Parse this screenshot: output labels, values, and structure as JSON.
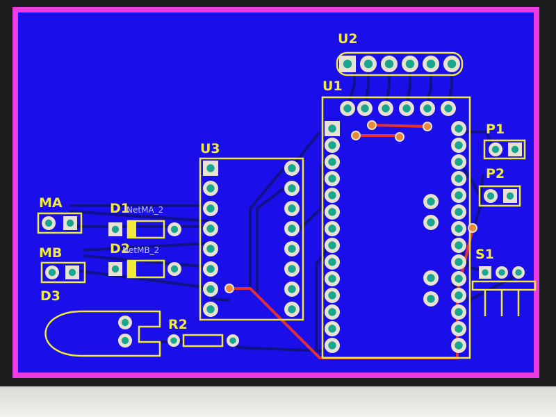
{
  "colors": {
    "board": "#1a0fe8",
    "outline": "#ec3ce0",
    "silk": "#f2ea3a",
    "pad_ring": "#e9e2d2",
    "pad_core": "#1aa58e",
    "trace_bottom": "#11118a",
    "trace_top": "#e53030",
    "net_label": "#bcc3d6"
  },
  "refdes": {
    "u2": "U2",
    "u1": "U1",
    "u3": "U3",
    "p1": "P1",
    "p2": "P2",
    "ma": "MA",
    "mb": "MB",
    "d1": "D1",
    "d2": "D2",
    "d3": "D3",
    "s1": "S1",
    "r2": "R2"
  },
  "nets": {
    "netma": "NetMA_2",
    "netmb": "NetMB_2"
  }
}
